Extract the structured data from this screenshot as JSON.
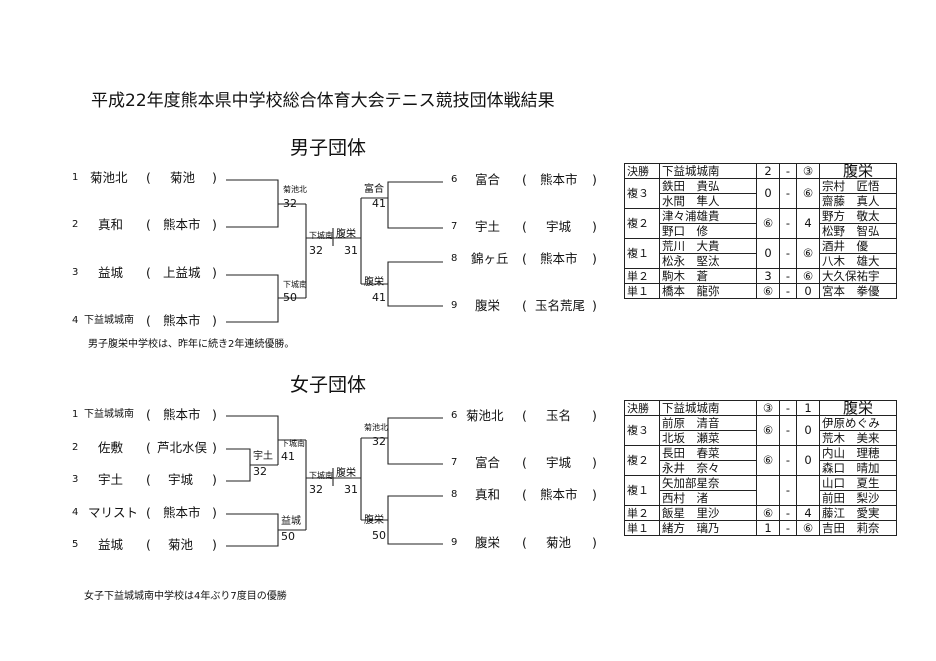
{
  "title": "平成22年度熊本県中学校総合体育大会テニス競技団体戦結果",
  "boys": {
    "heading": "男子団体",
    "entries": [
      {
        "num": "1",
        "team": "菊池北",
        "area": "菊池"
      },
      {
        "num": "2",
        "team": "真和",
        "area": "熊本市"
      },
      {
        "num": "3",
        "team": "益城",
        "area": "上益城"
      },
      {
        "num": "4",
        "team": "下益城城南",
        "area": "熊本市"
      },
      {
        "num": "6",
        "team": "富合",
        "area": "熊本市"
      },
      {
        "num": "7",
        "team": "宇土",
        "area": "宇城"
      },
      {
        "num": "8",
        "team": "錦ヶ丘",
        "area": "熊本市"
      },
      {
        "num": "9",
        "team": "腹栄",
        "area": "玉名荒尾"
      }
    ],
    "bracket": {
      "l1_winner": "菊池北",
      "l1_score": "32",
      "l2_winner": "下城南",
      "l2_score": "50",
      "l_semi_winner": "下城南",
      "l_semi_score": "32",
      "champion": "腹栄",
      "champion_score": "31",
      "r1_winner": "富合",
      "r1_score": "41",
      "r2_winner": "腹栄",
      "r2_score": "41"
    },
    "note": "男子腹栄中学校は、昨年に続き2年連続優勝。",
    "results": {
      "final": {
        "cat": "決勝",
        "team_a": "下益城城南",
        "score_a": "2",
        "score_b": "③",
        "team_b": "腹栄"
      },
      "matches": [
        {
          "cat": "複３",
          "a1": "鉄田　貴弘",
          "a2": "水間　隼人",
          "sa": "0",
          "sb": "⑥",
          "b1": "宗村　匠悟",
          "b2": "齋藤　真人"
        },
        {
          "cat": "複２",
          "a1": "津々浦雄貴",
          "a2": "野口　修",
          "sa": "⑥",
          "sb": "4",
          "b1": "野方　敬太",
          "b2": "松野　智弘"
        },
        {
          "cat": "複１",
          "a1": "荒川　大貴",
          "a2": "松永　堅汰",
          "sa": "0",
          "sb": "⑥",
          "b1": "酒井　優",
          "b2": "八木　雄大"
        }
      ],
      "singles": [
        {
          "cat": "単２",
          "a": "駒木　蒼",
          "sa": "3",
          "sb": "⑥",
          "b": "大久保祐宇"
        },
        {
          "cat": "単１",
          "a": "橋本　龍弥",
          "sa": "⑥",
          "sb": "0",
          "b": "宮本　拳優"
        }
      ]
    }
  },
  "girls": {
    "heading": "女子団体",
    "entries": [
      {
        "num": "1",
        "team": "下益城城南",
        "area": "熊本市"
      },
      {
        "num": "2",
        "team": "佐敷",
        "area": "芦北水俣"
      },
      {
        "num": "3",
        "team": "宇土",
        "area": "宇城"
      },
      {
        "num": "4",
        "team": "マリスト",
        "area": "熊本市"
      },
      {
        "num": "5",
        "team": "益城",
        "area": "菊池"
      },
      {
        "num": "6",
        "team": "菊池北",
        "area": "玉名"
      },
      {
        "num": "7",
        "team": "富合",
        "area": "宇城"
      },
      {
        "num": "8",
        "team": "真和",
        "area": "熊本市"
      },
      {
        "num": "9",
        "team": "腹栄",
        "area": "菊池"
      }
    ],
    "bracket": {
      "l0_winner": "宇土",
      "l0_score": "32",
      "l1_winner": "下城南",
      "l1_score": "41",
      "l2_winner": "益城",
      "l2_score": "50",
      "l_semi_winner": "下城南",
      "l_semi_score": "32",
      "champion": "腹栄",
      "champion_score": "31",
      "r1_winner": "菊池北",
      "r1_score": "32",
      "r2_winner": "腹栄",
      "r2_score": "50"
    },
    "note": "女子下益城城南中学校は4年ぶり7度目の優勝",
    "results": {
      "final": {
        "cat": "決勝",
        "team_a": "下益城城南",
        "score_a": "③",
        "score_b": "1",
        "team_b": "腹栄"
      },
      "matches": [
        {
          "cat": "複３",
          "a1": "前原　清音",
          "a2": "北坂　瀬菜",
          "sa": "⑥",
          "sb": "0",
          "b1": "伊原めぐみ",
          "b2": "荒木　美来"
        },
        {
          "cat": "複２",
          "a1": "長田　春菜",
          "a2": "永井　奈々",
          "sa": "⑥",
          "sb": "0",
          "b1": "内山　理穂",
          "b2": "森口　晴加"
        },
        {
          "cat": "複１",
          "a1": "矢加部星奈",
          "a2": "西村　渚",
          "sa": "",
          "sb": "",
          "b1": "山口　夏生",
          "b2": "前田　梨沙"
        }
      ],
      "singles": [
        {
          "cat": "単２",
          "a": "飯星　里沙",
          "sa": "⑥",
          "sb": "4",
          "b": "藤江　愛実"
        },
        {
          "cat": "単１",
          "a": "緒方　璃乃",
          "sa": "1",
          "sb": "⑥",
          "b": "吉田　莉奈"
        }
      ]
    }
  }
}
